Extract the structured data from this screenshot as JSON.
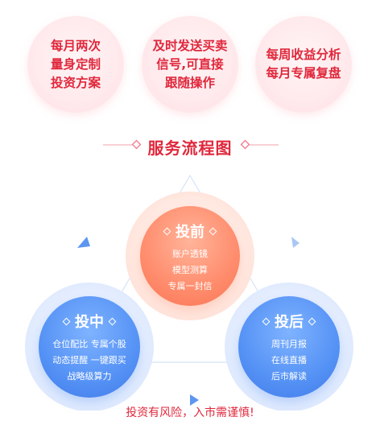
{
  "badges": [
    {
      "text": "每月两次\n量身定制\n投资方案"
    },
    {
      "text": "及时发送买卖\n信号,可直接\n跟随操作"
    },
    {
      "text": "每周收益分析\n每月专属复盘"
    }
  ],
  "section_title": "服务流程图",
  "flow": {
    "pre": {
      "title": "投前",
      "lines": [
        "账户透镜",
        "模型测算",
        "专属一封信"
      ]
    },
    "mid": {
      "title": "投中",
      "lines": [
        "仓位配比  专属个股",
        "动态提醒  一键跟买",
        "战略级算力"
      ]
    },
    "post": {
      "title": "投后",
      "lines": [
        "周刊月报",
        "在线直播",
        "后市解读"
      ]
    }
  },
  "disclaimer": "投资有风险，入市需谨慎!",
  "colors": {
    "accent_red": "#e0283c",
    "pre_orange": "#f97452",
    "blue": "#4a84ee"
  }
}
